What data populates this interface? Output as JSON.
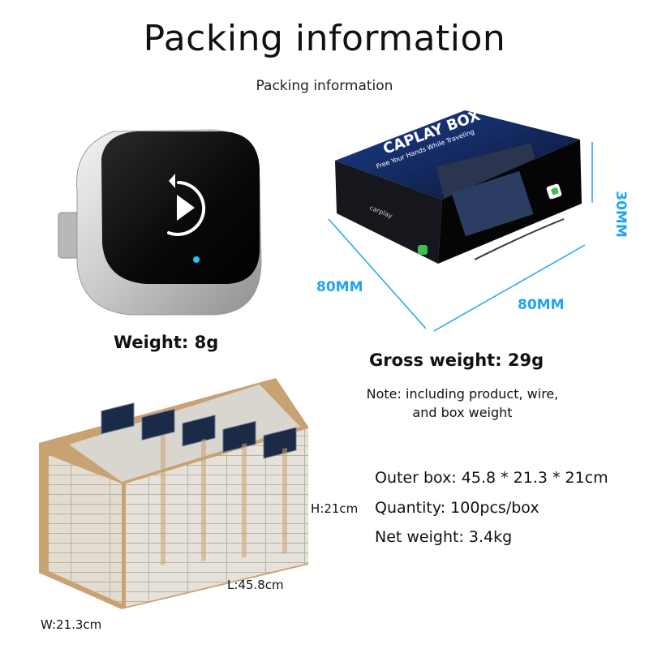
{
  "title": "Packing information",
  "subtitle": "Packing information",
  "product": {
    "weight_text": "Weight: 8g"
  },
  "box": {
    "brand": "CAPLAY BOX",
    "tagline": "Free Your Hands While Traveling",
    "side_text": "carplay",
    "dim_left": "80MM",
    "dim_bottom": "80MM",
    "dim_height": "30MM",
    "gross_weight_text": "Gross weight: 29g",
    "note_line1": "Note: including product, wire,",
    "note_line2": "and box weight"
  },
  "carton": {
    "height_label": "H:21cm",
    "length_label": "L:45.8cm",
    "width_label": "W:21.3cm",
    "specs": [
      "Outer box: 45.8 * 21.3 * 21cm",
      "Quantity: 100pcs/box",
      "Net weight: 3.4kg"
    ]
  },
  "colors": {
    "dimension_accent": "#1ea5ee",
    "cardboard": "#c9a274"
  }
}
